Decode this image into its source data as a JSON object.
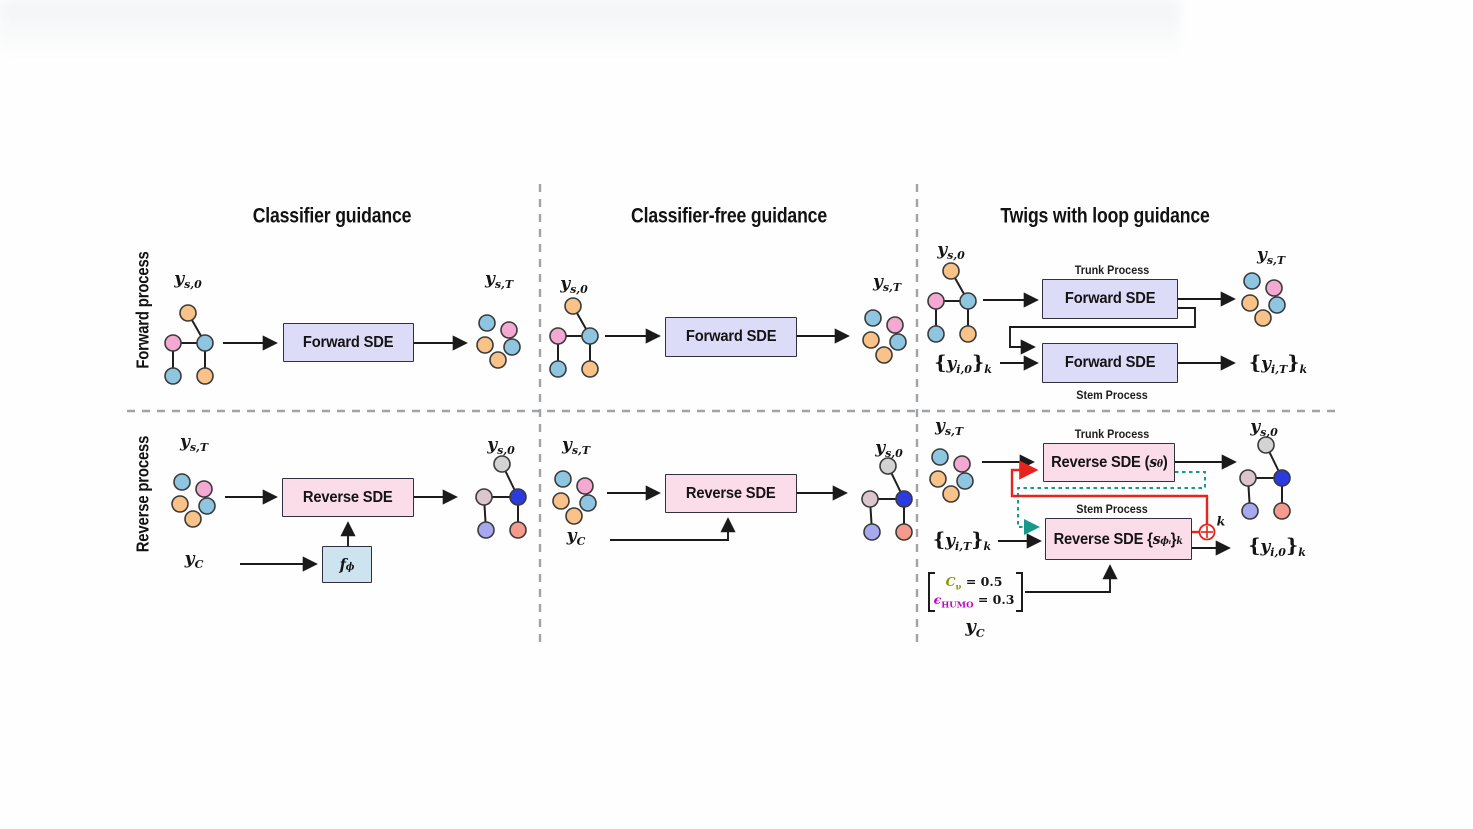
{
  "colors": {
    "node-orange": "#f8c289",
    "node-pink": "#f4a9d2",
    "node-blue": "#8ec6e2",
    "node-gray": "#d3d3d3",
    "node-mauve": "#dcc6ce",
    "node-royal": "#2b3bdf",
    "node-periwinkle": "#a7a9ee",
    "node-salmon": "#f69a8d",
    "box-lavender": "#dddcf8",
    "box-pink": "#fbdce9",
    "box-lightblue": "#cde3ef",
    "accent-red": "#e8231e",
    "accent-teal": "#169a8c",
    "divider-gray": "#a0a4a8",
    "cond-olive": "#8f9400",
    "cond-magenta": "#c303c3",
    "ink": "#141414"
  },
  "titles": {
    "classifier": "Classifier guidance",
    "classifier_free": "Classifier-free guidance",
    "twigs": "Twigs with loop guidance"
  },
  "rows": {
    "forward": "Forward process",
    "reverse": "Reverse process"
  },
  "boxes": {
    "forward_sde": "Forward SDE",
    "reverse_sde": "Reverse SDE"
  },
  "process_labels": {
    "trunk": "Trunk Process",
    "stem": "Stem Process"
  },
  "math": {
    "y": "y",
    "s": "s",
    "f": "f",
    "k": "k",
    "sub_s0": "s,0",
    "sub_sT": "s,T",
    "sub_C": "C",
    "sub_i0": "i,0",
    "sub_iT": "i,T",
    "sub_k": "k",
    "sub_theta": "θ",
    "sub_phi": "ϕ",
    "sub_phi_i": "ϕᵢ",
    "lbrace": "{",
    "rbrace": "}",
    "paren_open": "(",
    "paren_close": ")"
  },
  "conditions": {
    "c1_sym": "C",
    "c1_sub": "ν",
    "c1_val": "= 0.5",
    "c2_sym": "ϵ",
    "c2_sub": "HUMO",
    "c2_val": "= 0.3"
  }
}
